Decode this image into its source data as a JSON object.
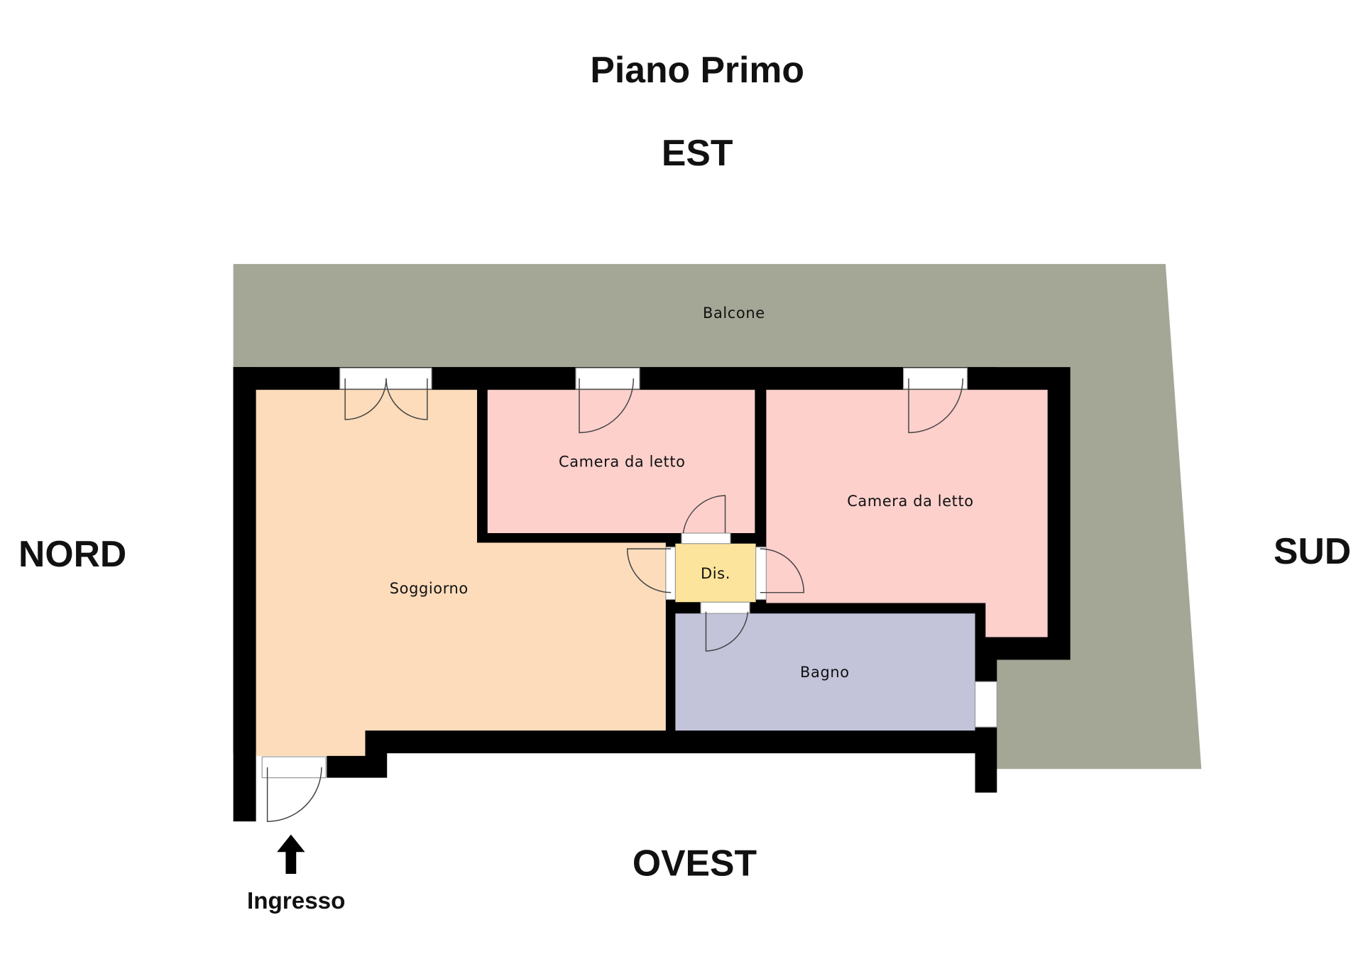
{
  "title": "Piano Primo",
  "compass": {
    "east": "EST",
    "north": "NORD",
    "south": "SUD",
    "west": "OVEST"
  },
  "entrance": "Ingresso",
  "rooms": {
    "balcony": "Balcone",
    "bedroom_1": "Camera da letto",
    "bedroom_2": "Camera da letto",
    "living": "Soggiorno",
    "hall": "Dis.",
    "bathroom": "Bagno"
  },
  "colors": {
    "balcony": "#a4a795",
    "living": "#fcdcbb",
    "bedroom": "#fdd0cc",
    "hall": "#fce49c",
    "bathroom": "#c3c3da",
    "wall": "#000000"
  }
}
